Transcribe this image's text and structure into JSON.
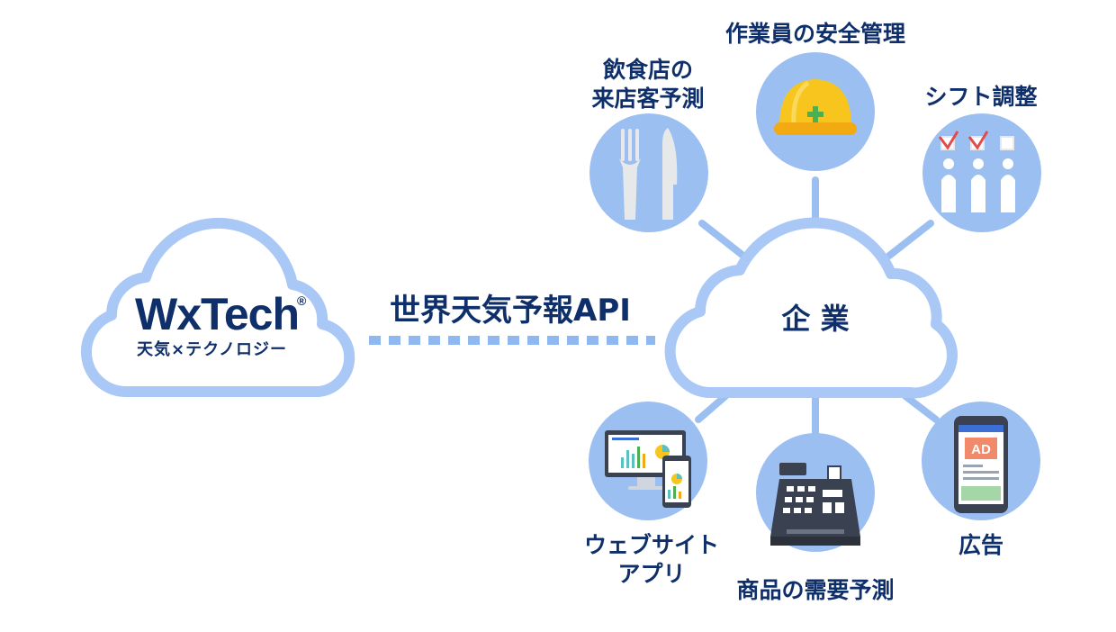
{
  "brand": {
    "name": "WxTech",
    "registered_mark": "®",
    "tagline": "天気×テクノロジー"
  },
  "connector": {
    "label": "世界天気予報API"
  },
  "hub": {
    "label": "企 業"
  },
  "use_cases": {
    "restaurant": {
      "line1": "飲食店の",
      "line2": "来店客予測",
      "icon": "fork-knife-icon"
    },
    "worker_safety": {
      "label": "作業員の安全管理",
      "icon": "hard-hat-icon"
    },
    "shift": {
      "label": "シフト調整",
      "icon": "shift-checklist-icon"
    },
    "web_app": {
      "line1": "ウェブサイト",
      "line2": "アプリ",
      "icon": "monitor-phone-icon"
    },
    "demand": {
      "label": "商品の需要予測",
      "icon": "cash-register-icon"
    },
    "ads": {
      "label": "広告",
      "icon": "phone-ad-icon",
      "badge": "AD"
    }
  },
  "colors": {
    "navy": "#0f2f6b",
    "cloud_outline": "#a9c8f5",
    "circle_fill": "#9cbff2",
    "connector": "#8fb7f0"
  }
}
